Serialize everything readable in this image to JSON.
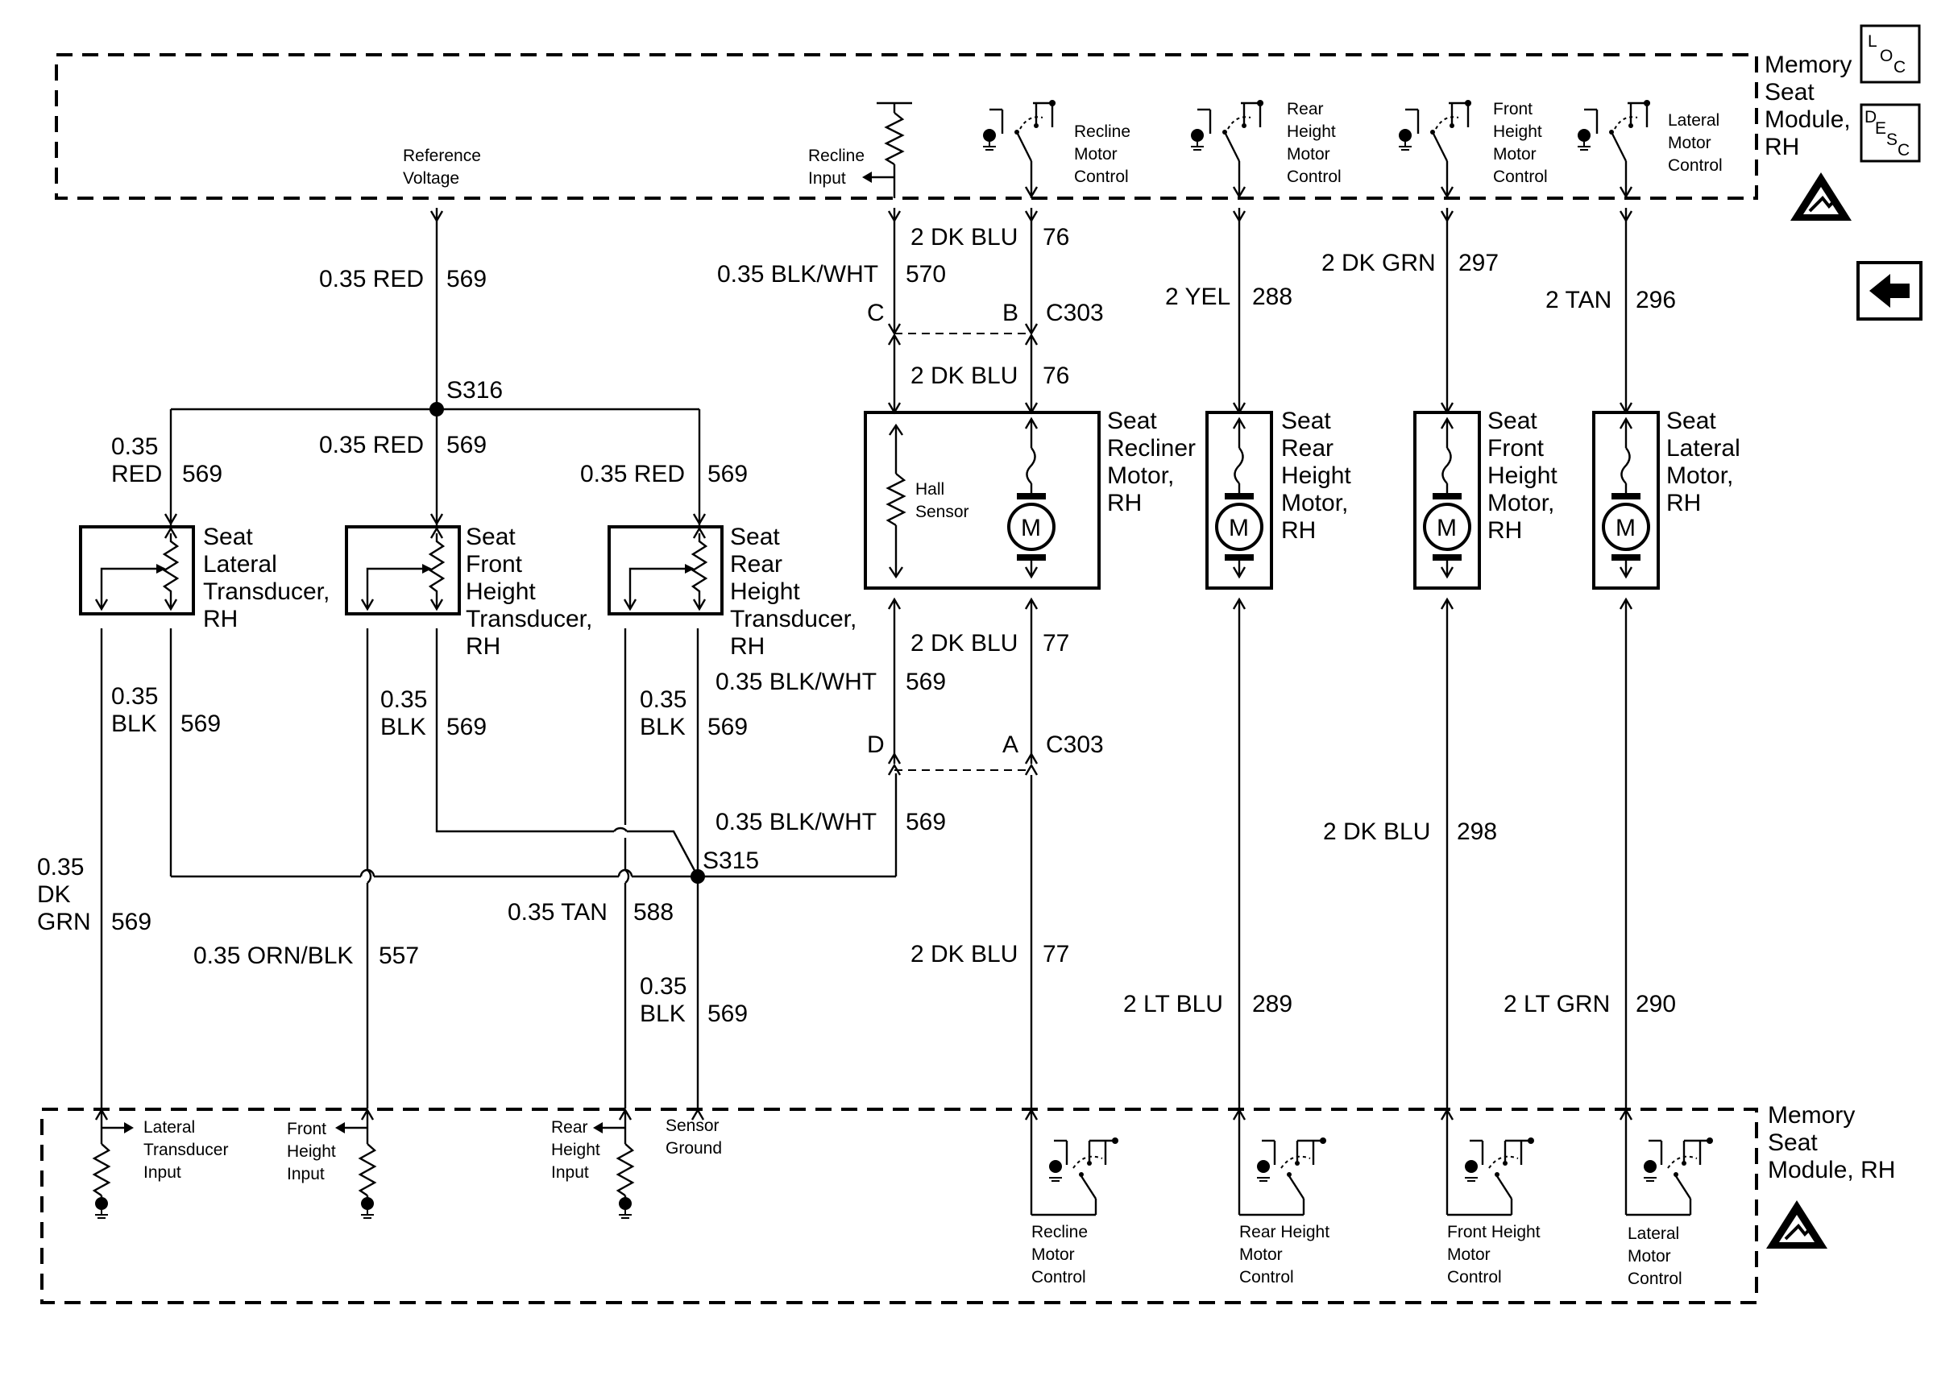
{
  "modules": {
    "top": {
      "name_lines": [
        "Memory",
        "Seat",
        "Module,",
        "RH"
      ]
    },
    "bottom": {
      "name_lines": [
        "Memory",
        "Seat",
        "Module, RH"
      ]
    }
  },
  "icons": {
    "loc": {
      "letters": [
        "L",
        "O",
        "C"
      ]
    },
    "desc": {
      "letters": [
        "D",
        "E",
        "S",
        "C"
      ]
    },
    "back": "left-arrow-icon",
    "esd": "esd-warning-icon"
  },
  "top_module_labels": {
    "reference_voltage": [
      "Reference",
      "Voltage"
    ],
    "recline_input": [
      "Recline",
      "Input"
    ],
    "recline_motor_control": [
      "Recline",
      "Motor",
      "Control"
    ],
    "rear_height_motor_control": [
      "Rear",
      "Height",
      "Motor",
      "Control"
    ],
    "front_height_motor_control": [
      "Front",
      "Height",
      "Motor",
      "Control"
    ],
    "lateral_motor_control": [
      "Lateral",
      "Motor",
      "Control"
    ]
  },
  "bottom_module_labels": {
    "lateral_transducer_input": [
      "Lateral",
      "Transducer",
      "Input"
    ],
    "front_height_input": [
      "Front",
      "Height",
      "Input"
    ],
    "rear_height_input": [
      "Rear",
      "Height",
      "Input"
    ],
    "sensor_ground": [
      "Sensor",
      "Ground"
    ],
    "recline_motor_control": [
      "Recline",
      "Motor",
      "Control"
    ],
    "rear_height_motor_control": [
      "Rear Height",
      "Motor",
      "Control"
    ],
    "front_height_motor_control": [
      "Front Height",
      "Motor",
      "Control"
    ],
    "lateral_motor_control": [
      "Lateral",
      "Motor",
      "Control"
    ]
  },
  "components": {
    "lateral_transducer": [
      "Seat",
      "Lateral",
      "Transducer,",
      "RH"
    ],
    "front_height_transducer": [
      "Seat",
      "Front",
      "Height",
      "Transducer,",
      "RH"
    ],
    "rear_height_transducer": [
      "Seat",
      "Rear",
      "Height",
      "Transducer,",
      "RH"
    ],
    "recliner_motor": [
      "Seat",
      "Recliner",
      "Motor,",
      "RH"
    ],
    "rear_height_motor": [
      "Seat",
      "Rear",
      "Height",
      "Motor,",
      "RH"
    ],
    "front_height_motor": [
      "Seat",
      "Front",
      "Height",
      "Motor,",
      "RH"
    ],
    "lateral_motor": [
      "Seat",
      "Lateral",
      "Motor,",
      "RH"
    ],
    "hall_sensor": [
      "Hall",
      "Sensor"
    ],
    "motor_symbol": "M"
  },
  "splices": {
    "s316": "S316",
    "s315": "S315"
  },
  "connectors": {
    "c303": "C303",
    "pin_a": "A",
    "pin_b": "B",
    "pin_c": "C",
    "pin_d": "D"
  },
  "wires": {
    "ref_voltage": {
      "gauge_color": "0.35 RED",
      "circuit": "569"
    },
    "lateral_red": {
      "gauge_color": [
        "0.35",
        "RED"
      ],
      "circuit": "569"
    },
    "front_red": {
      "gauge_color": "0.35 RED",
      "circuit": "569"
    },
    "rear_red": {
      "gauge_color": "0.35 RED",
      "circuit": "569"
    },
    "lateral_blk": {
      "gauge_color": [
        "0.35",
        "BLK"
      ],
      "circuit": "569"
    },
    "front_blk": {
      "gauge_color": [
        "0.35",
        "BLK"
      ],
      "circuit": "569"
    },
    "rear_blk": {
      "gauge_color": [
        "0.35",
        "BLK"
      ],
      "circuit": "569"
    },
    "lateral_dkgrn": {
      "gauge_color": [
        "0.35",
        "DK",
        "GRN"
      ],
      "circuit": "569"
    },
    "front_orn_blk": {
      "gauge_color": "0.35 ORN/BLK",
      "circuit": "557"
    },
    "rear_tan": {
      "gauge_color": "0.35 TAN",
      "circuit": "588"
    },
    "sensor_ground_blk": {
      "gauge_color": [
        "0.35",
        "BLK"
      ],
      "circuit": "569"
    },
    "recline_in_top": {
      "gauge_color": "0.35 BLK/WHT",
      "circuit": "570"
    },
    "recline_in_mid": {
      "gauge_color": "0.35 BLK/WHT",
      "circuit": "569"
    },
    "recline_in_low": {
      "gauge_color": "0.35 BLK/WHT",
      "circuit": "569"
    },
    "recline_top_a": {
      "gauge_color": "2 DK BLU",
      "circuit": "76"
    },
    "recline_top_b": {
      "gauge_color": "2 DK BLU",
      "circuit": "76"
    },
    "recline_bot_a": {
      "gauge_color": "2 DK BLU",
      "circuit": "77"
    },
    "recline_bot_b": {
      "gauge_color": "2 DK BLU",
      "circuit": "77"
    },
    "rear_height_top": {
      "gauge_color": "2 YEL",
      "circuit": "288"
    },
    "rear_height_bot": {
      "gauge_color": "2 LT BLU",
      "circuit": "289"
    },
    "front_height_top": {
      "gauge_color": "2 DK GRN",
      "circuit": "297"
    },
    "front_height_bot": {
      "gauge_color": "2 DK BLU",
      "circuit": "298"
    },
    "lateral_top": {
      "gauge_color": "2 TAN",
      "circuit": "296"
    },
    "lateral_bot": {
      "gauge_color": "2 LT GRN",
      "circuit": "290"
    }
  }
}
